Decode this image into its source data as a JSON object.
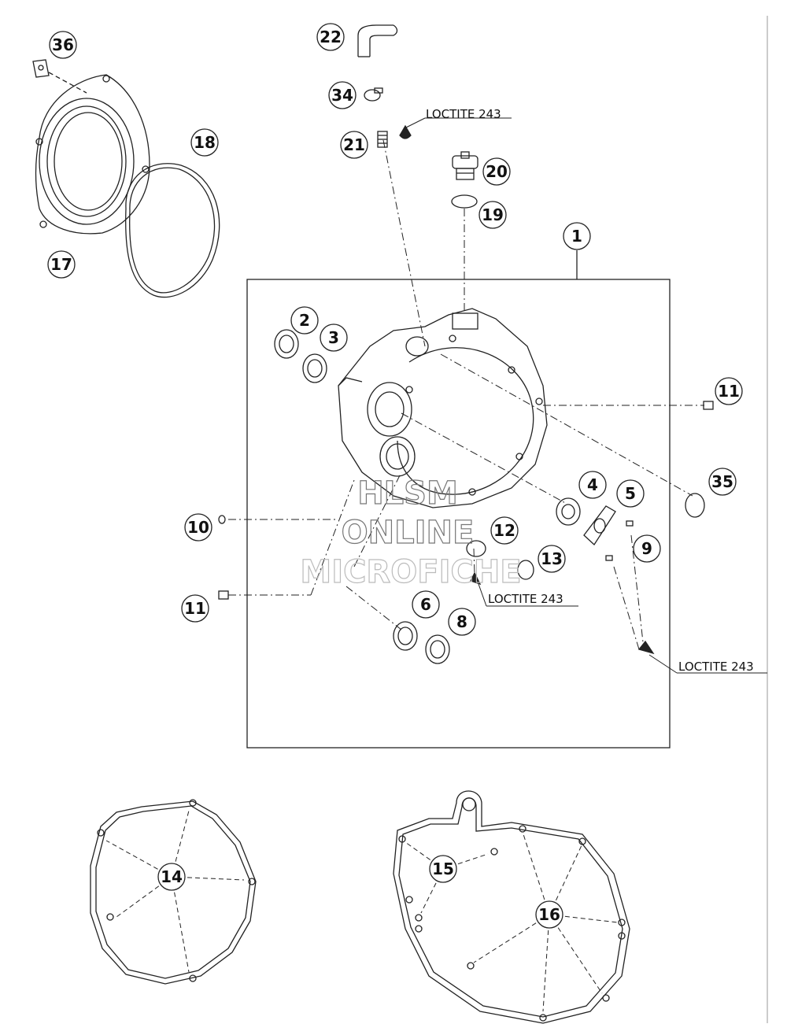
{
  "callouts": {
    "c1": "1",
    "c2": "2",
    "c3": "3",
    "c4": "4",
    "c5": "5",
    "c6": "6",
    "c8": "8",
    "c9": "9",
    "c10": "10",
    "c11a": "11",
    "c11b": "11",
    "c12": "12",
    "c13": "13",
    "c14": "14",
    "c15": "15",
    "c16": "16",
    "c17": "17",
    "c18": "18",
    "c19": "19",
    "c20": "20",
    "c21": "21",
    "c22": "22",
    "c34": "34",
    "c35": "35",
    "c36": "36"
  },
  "loctite_labels": {
    "top": "LOCTITE 243",
    "middle": "LOCTITE 243",
    "right": "LOCTITE 243"
  },
  "watermark": {
    "line1": "HLSM",
    "line2": "ONLINE",
    "line3": "MICROFICHE"
  }
}
